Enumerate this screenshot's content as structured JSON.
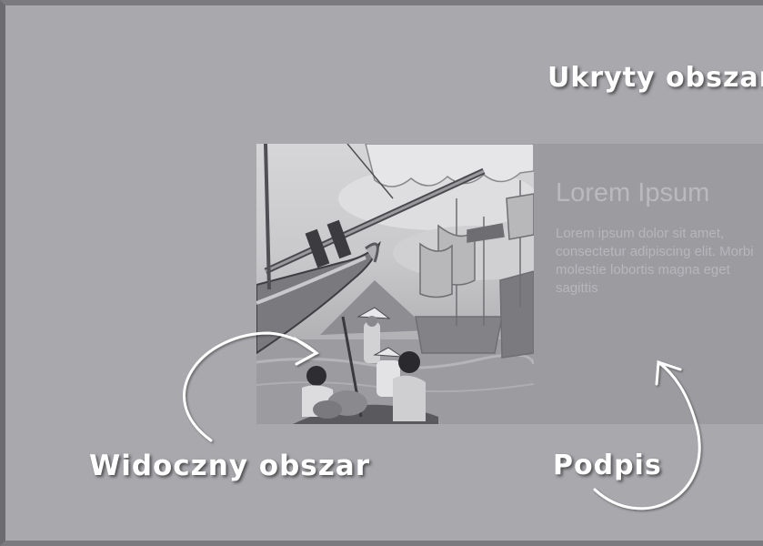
{
  "labels": {
    "hidden_area": "Ukryty obszar",
    "visible_area": "Widoczny obszar",
    "caption": "Podpis"
  },
  "caption_panel": {
    "title": "Lorem Ipsum",
    "text": "Lorem ipsum dolor sit amet, consectetur adipiscing elit. Morbi molestie lobortis magna eget sagittis"
  },
  "colors": {
    "background": "#a8a8ad",
    "caption_panel": "#9b9ba0",
    "label_text": "#ffffff",
    "caption_text": "#b6b6bb"
  }
}
